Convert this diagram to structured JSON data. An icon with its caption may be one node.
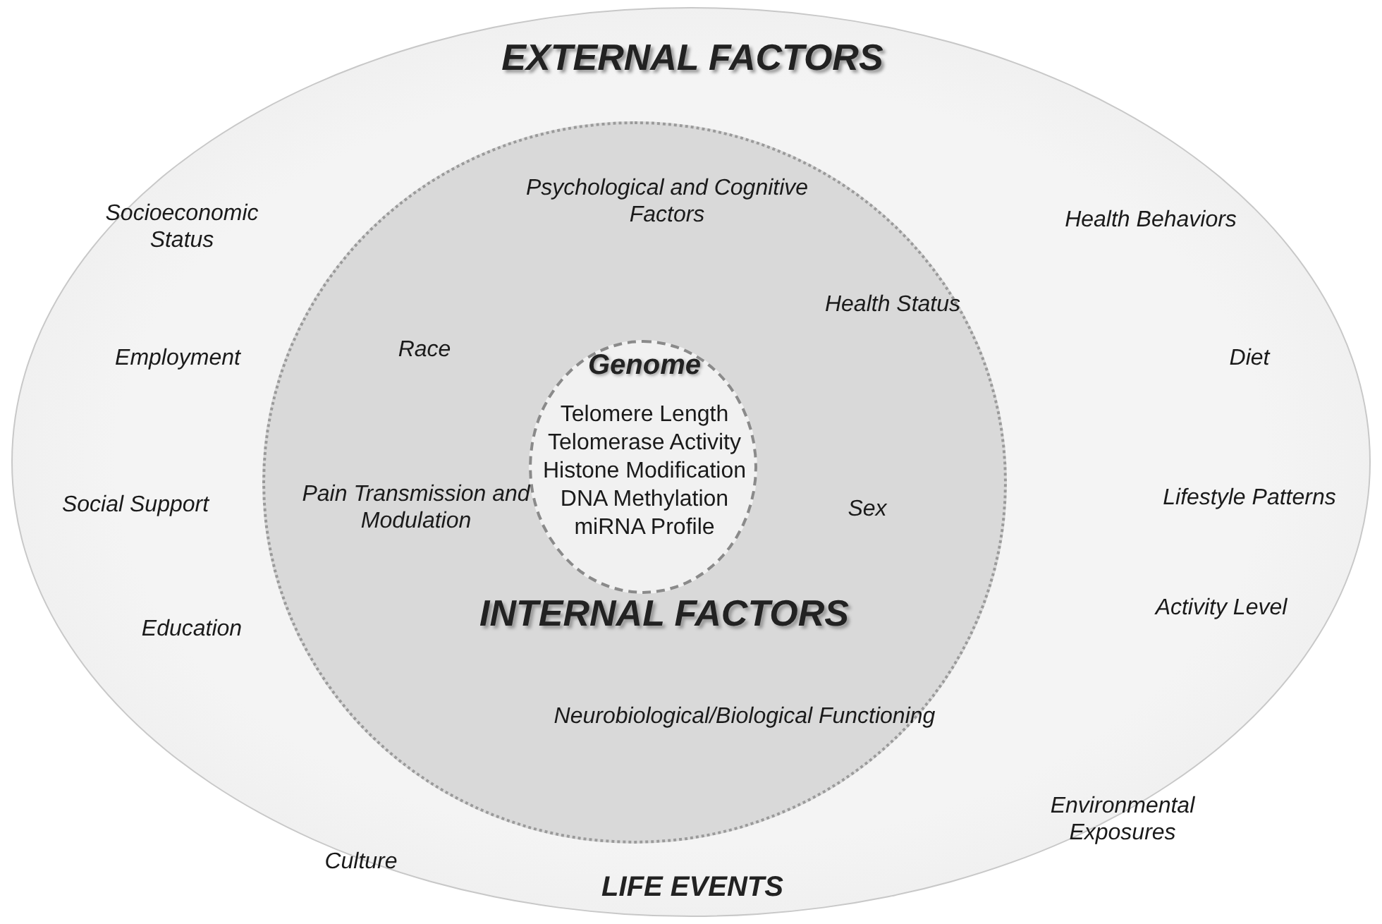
{
  "diagram": {
    "nodes": [
      {
        "text": [
          "EXTERNAL FACTORS",
          "Socioeconomic Status",
          "Health Behaviors",
          "Employment",
          "Diet",
          "Social Support",
          "Lifestyle Patterns",
          "Education",
          "Activity Level",
          "Culture",
          "Environmental Exposures",
          "LIFE EVENTS"
        ]
      },
      {
        "text": [
          "Psychological and Cognitive Factors",
          "Race",
          "Health Status",
          "Pain Transmission and Modulation",
          "Sex",
          "INTERNAL FACTORS",
          "Neurobiological/Biological Functioning"
        ],
        "in": 0
      },
      {
        "text": [
          "Genome",
          "Telomere Length",
          "Telomerase Activity",
          "Histone Modification",
          "DNA Methylation",
          "miRNA Profile"
        ],
        "in": 1
      }
    ]
  }
}
